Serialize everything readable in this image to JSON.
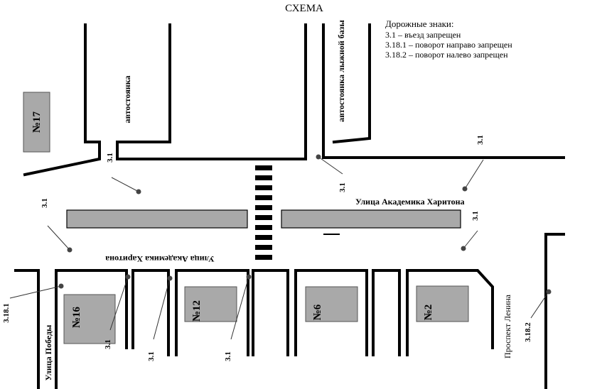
{
  "title": "СХЕМА",
  "legend": {
    "heading": "Дорожные знаки:",
    "items": [
      "3.1 – въезд запрещен",
      "3.18.1  – поворот направо запрещен",
      "3.18.2  – поворот налево запрещен"
    ]
  },
  "streets": {
    "main_north": "Улица Академика Харитона",
    "main_south": "Улица Академика Харитона",
    "pobedy": "Улица Победы",
    "lenina": "Проспект Ленина"
  },
  "places": {
    "parking": "автостоянка",
    "ski_parking": "автостоянка лыжной базы"
  },
  "buildings": {
    "b17": "№17",
    "b16": "№16",
    "b12": "№12",
    "b6": "№6",
    "b2": "№2"
  },
  "signs": {
    "s_nw": "3.1",
    "s_w": "3.1",
    "s_n": "3.1",
    "s_ne": "3.1",
    "s_e": "3.1",
    "s_pobedy": "3.18.1",
    "s_16": "3.1",
    "s_12a": "3.1",
    "s_12b": "3.1",
    "s_lenina": "3.18.2"
  }
}
